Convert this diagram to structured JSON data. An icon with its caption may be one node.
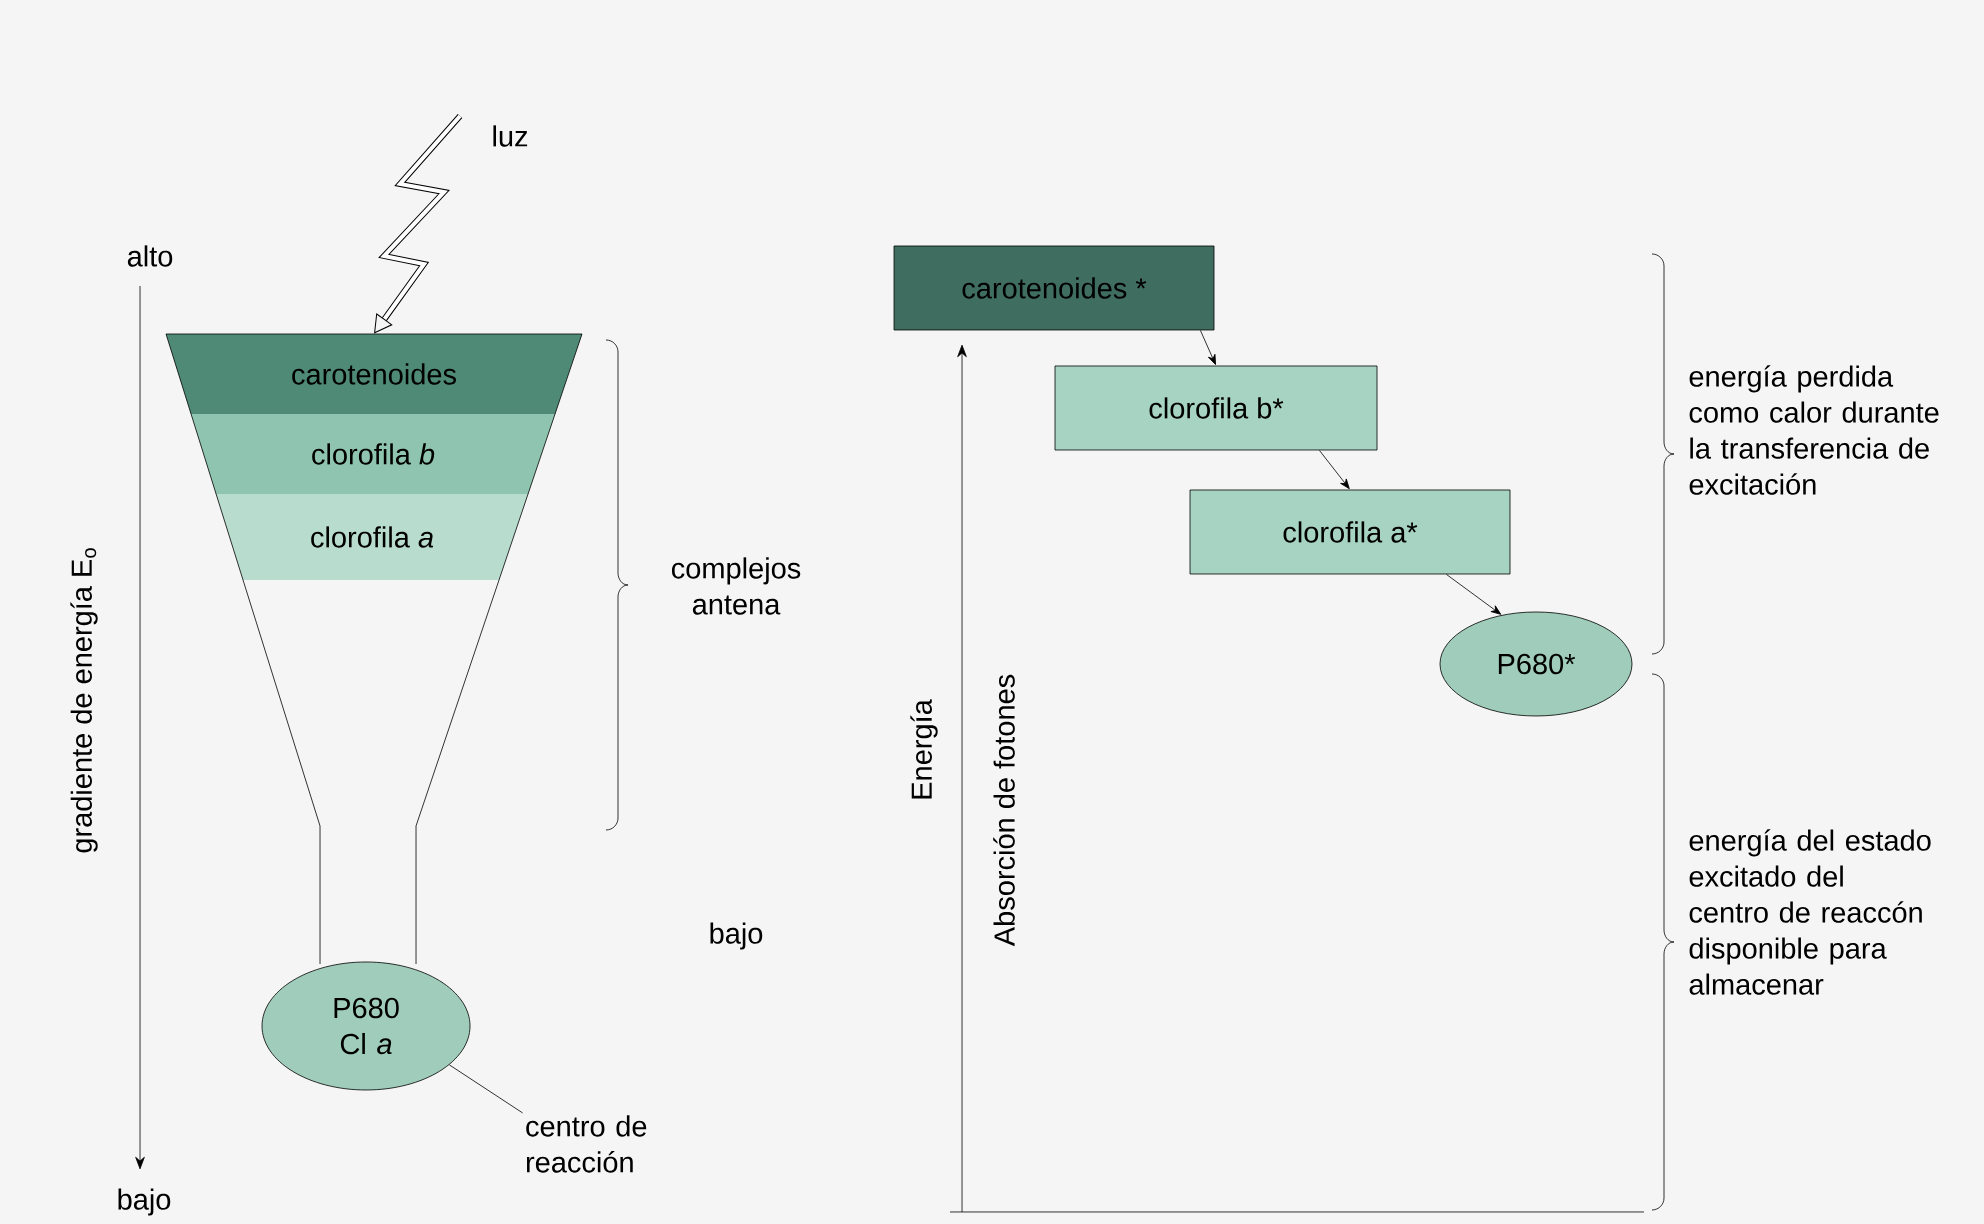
{
  "diagram": {
    "nodes": [
      {
        "text": [
          "carotenoides"
        ]
      },
      {
        "text": [
          "clorofila *b*"
        ]
      },
      {
        "text": [
          "clorofila *a*"
        ]
      },
      {
        "text": [
          "P680 Cl *a*"
        ]
      },
      {
        "text": [
          "centro de reacción"
        ]
      },
      {
        "text": [
          "carotenoides *"
        ]
      },
      {
        "text": [
          "clorofila b*"
        ]
      },
      {
        "text": [
          "clorofila a*"
        ]
      },
      {
        "text": [
          "P680*"
        ]
      }
    ],
    "edges": [
      {
        "from": null,
        "to": 0,
        "arrow": "to",
        "style": "thick"
      },
      {
        "from": 4,
        "to": 3,
        "arrow": "none"
      },
      {
        "from": 5,
        "to": 6,
        "arrow": "to"
      },
      {
        "from": 6,
        "to": 7,
        "arrow": "to"
      },
      {
        "from": 7,
        "to": 8,
        "arrow": "to"
      }
    ],
    "labels": [
      "luz",
      "alto",
      "gradiente de energía E$_{o}$",
      "bajo",
      "complejos antena",
      "bajo",
      "Energía",
      "Absorción de fotones",
      "energía perdida como calor durante la transferencia de excitación",
      "energía del estado excitado del centro de reaccón disponible para almacenar"
    ]
  }
}
